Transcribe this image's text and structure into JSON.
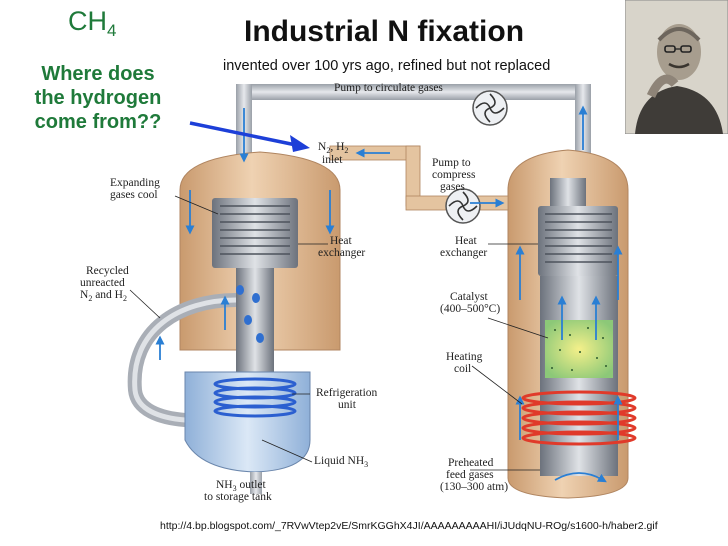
{
  "header": {
    "formula_main": "CH",
    "formula_sub": "4",
    "title": "Industrial N fixation",
    "subtitle": "invented over 100 yrs ago, refined but not replaced",
    "question_lines": [
      "Where does",
      "the hydrogen",
      "come from??"
    ]
  },
  "diagram_labels": {
    "pump_circulate": "Pump to circulate gases",
    "inlet_line1": "N",
    "inlet_sub1": "2",
    "inlet_mid": ", H",
    "inlet_sub2": "2",
    "inlet_line2": "inlet",
    "pump_compress_1": "Pump to",
    "pump_compress_2": "compress",
    "pump_compress_3": "gases",
    "expanding_1": "Expanding",
    "expanding_2": "gases cool",
    "heat_ex_left_1": "Heat",
    "heat_ex_left_2": "exchanger",
    "heat_ex_right_1": "Heat",
    "heat_ex_right_2": "exchanger",
    "recycled_1": "Recycled",
    "recycled_2": "unreacted",
    "recycled_3a": "N",
    "recycled_3b": "2",
    "recycled_3c": " and H",
    "recycled_3d": "2",
    "catalyst_1": "Catalyst",
    "catalyst_2": "(400–500°C)",
    "heating_1": "Heating",
    "heating_2": "coil",
    "refrig_1": "Refrigeration",
    "refrig_2": "unit",
    "liquid_a": "Liquid NH",
    "liquid_b": "3",
    "outlet_1a": "NH",
    "outlet_1b": "3",
    "outlet_1c": " outlet",
    "outlet_2": "to storage tank",
    "preheated_1": "Preheated",
    "preheated_2": "feed gases",
    "preheated_3": "(130–300 atm)"
  },
  "footer": {
    "source_url": "http://4.bp.blogspot.com/_7RVwVtep2vE/SmrKGGhX4JI/AAAAAAAAAHI/iJUdqNU-ROg/s1600-h/haber2.gif"
  },
  "colors": {
    "accent_green": "#1f7a3a",
    "arrow_blue": "#2a7fd4",
    "vessel_tan": "#d9b38c",
    "pipe_gray": "#b8bcc4",
    "heating_coil": "#e03a2a",
    "cooling_coil": "#2b5fd0",
    "catalyst_green": "#9fd48a"
  }
}
